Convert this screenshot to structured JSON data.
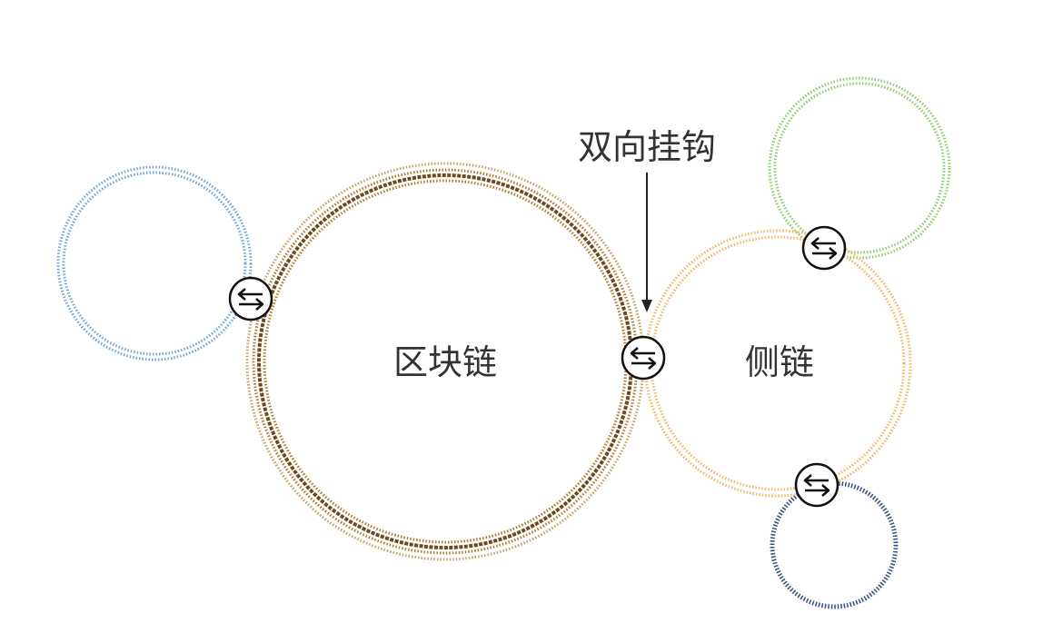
{
  "labels": {
    "main_chain": "区块链",
    "side_chain": "侧链",
    "two_way_peg": "双向挂钩"
  },
  "colors": {
    "main_chain_outer": "#b07a2a",
    "main_chain_inner": "#6b4a1e",
    "side_chain": "#f2b867",
    "left_chain": "#6fa6d6",
    "top_right_chain": "#8ccf6e",
    "bottom_right_chain": "#2f4f80",
    "text": "#333333",
    "peg": "#111111"
  },
  "icons": {
    "peg": "bidirectional-arrows-icon"
  }
}
